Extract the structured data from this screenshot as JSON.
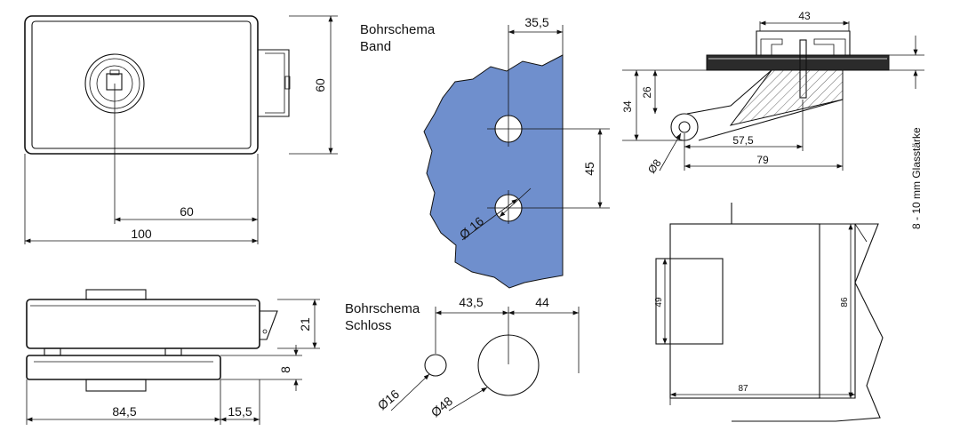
{
  "colors": {
    "plate": "#6f8fcd",
    "glass_dark": "#2b2b2b",
    "hatch": "#555555"
  },
  "lock_front": {
    "width_dim": "100",
    "center_dim": "60",
    "height_dim": "60"
  },
  "lock_side": {
    "width_dim": "84,5",
    "offset_dim": "15,5",
    "height_dim": "21",
    "plate_dim": "8"
  },
  "bohrschema_band": {
    "title_line1": "Bohrschema",
    "title_line2": "Band",
    "edge_dim": "35,5",
    "spacing_dim": "45",
    "hole_dim": "Ø 16"
  },
  "bohrschema_schloss": {
    "title_line1": "Bohrschema",
    "title_line2": "Schloss",
    "dim_left": "43,5",
    "dim_right": "44",
    "small_hole": "Ø16",
    "large_hole": "Ø48"
  },
  "hinge_section": {
    "top_dim": "43",
    "height_dim_outer": "34",
    "height_dim_inner": "26",
    "inner_dim": "57,5",
    "total_dim": "79",
    "pin_dim": "Ø8",
    "glass_label": "8 - 10 mm Glasstärke"
  },
  "hinge_plan": {
    "dim_small": "49",
    "dim_height": "86",
    "dim_width": "87"
  }
}
